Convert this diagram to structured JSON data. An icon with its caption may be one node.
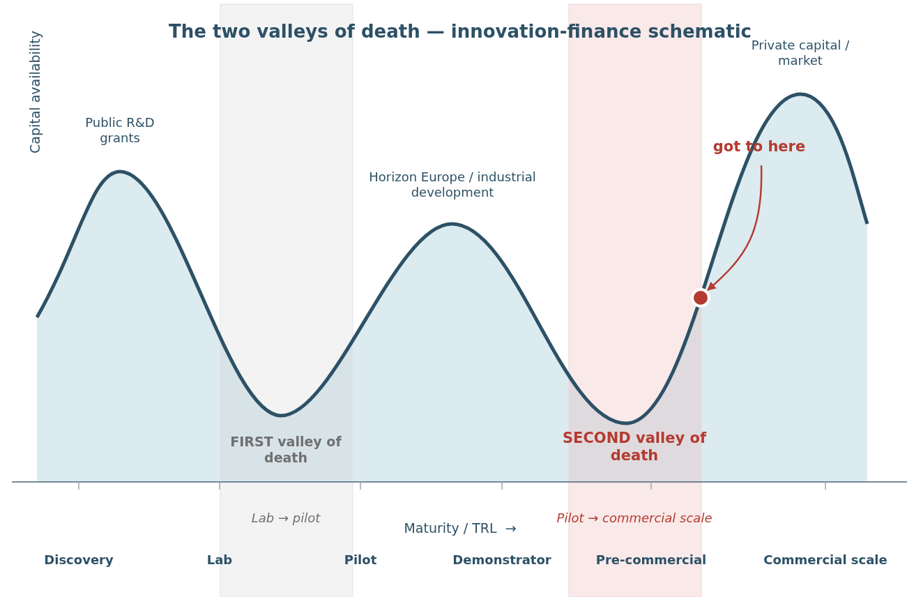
{
  "diagram": {
    "title": "The two valleys of death — innovation-finance schematic",
    "nodes": [
      {
        "text": [
          "got to here"
        ]
      },
      {
        "text": [],
        "shape": "circle"
      }
    ],
    "edges": [
      {
        "from": 0,
        "to": 1,
        "arrow": "to"
      }
    ],
    "labels": [
      "Capital availability",
      "Private capital / market",
      "Public R&D grants",
      "Horizon Europe / industrial development",
      "FIRST valley of death",
      "SECOND valley of death",
      "Lab → pilot",
      "Maturity / TRL  →",
      "Pilot → commercial scale",
      "Discovery",
      "Lab",
      "Pilot",
      "Demonstrator",
      "Pre-commercial",
      "Commercial scale"
    ]
  }
}
